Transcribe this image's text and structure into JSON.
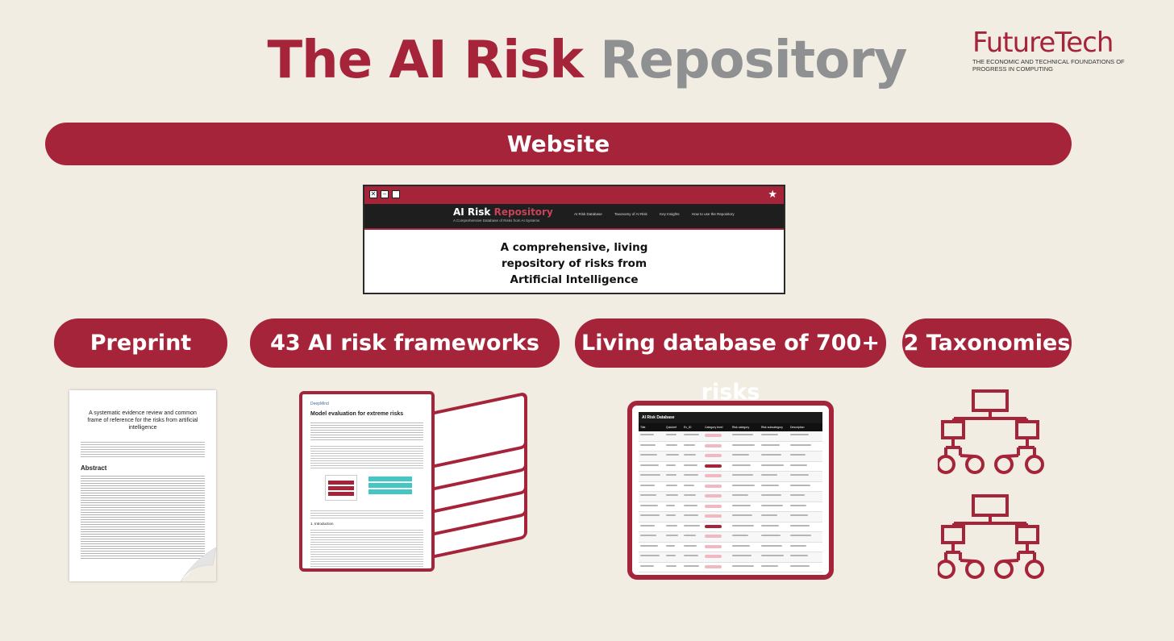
{
  "title": {
    "part1": "The AI Risk",
    "part2": "Repository"
  },
  "logo": {
    "brand": "FutureTech",
    "tagline": "THE ECONOMIC AND TECHNICAL FOUNDATIONS OF PROGRESS IN COMPUTING"
  },
  "website": {
    "label": "Website",
    "screenshot": {
      "site_name_a": "AI Risk",
      "site_name_b": "Repository",
      "site_tagline": "A Comprehensive Database of Risks from AI Systems",
      "nav": [
        "AI Risk Database",
        "Taxonomy of AI Risk",
        "Key Insights",
        "How to use the Repository"
      ],
      "hero_lines": [
        "A comprehensive, living",
        "repository of risks from",
        "Artificial Intelligence"
      ]
    }
  },
  "sections": [
    {
      "label": "Preprint"
    },
    {
      "label": "43 AI risk frameworks"
    },
    {
      "label": "Living database of 700+ risks"
    },
    {
      "label": "2 Taxonomies"
    }
  ],
  "preprint": {
    "title_lines": [
      "A systematic evidence review and common",
      "frame of reference for the risks from artificial",
      "intelligence"
    ],
    "abstract_heading": "Abstract"
  },
  "framework_paper": {
    "publisher": "DeepMind",
    "title": "Model evaluation for extreme risks",
    "section": "1. Introduction"
  },
  "database": {
    "title": "AI Risk Database",
    "columns": [
      "Title",
      "Quickref",
      "Ev_ID",
      "Category level",
      "Risk category",
      "Risk subcategory",
      "Description"
    ]
  },
  "colors": {
    "accent": "#a6243a",
    "gray": "#8e9092",
    "background": "#f1ede3"
  },
  "icons": [
    "window-close-icon",
    "window-minimize-icon",
    "window-maximize-icon",
    "star-icon",
    "hierarchy-icon"
  ]
}
